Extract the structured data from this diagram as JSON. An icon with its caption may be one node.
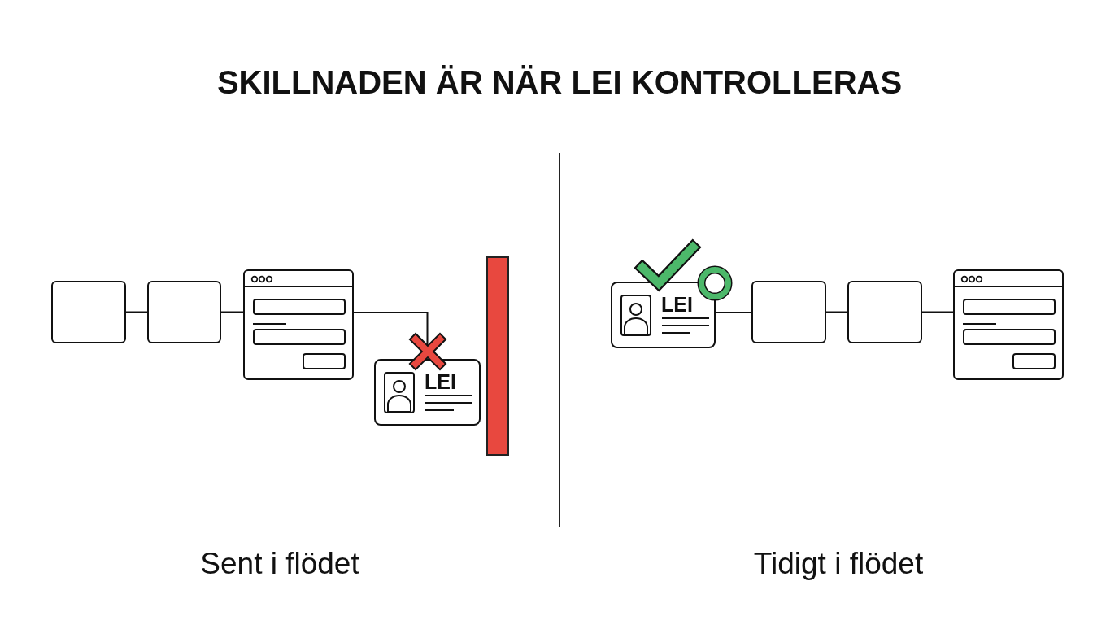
{
  "diagram": {
    "title": "SKILLNADEN ÄR NÄR LEI KONTROLLERAS",
    "nodes": [
      {
        "text": [],
        "shape": "box"
      },
      {
        "text": [],
        "shape": "box"
      },
      {
        "text": [],
        "shape": "window"
      },
      {
        "text": [
          "LEI"
        ]
      },
      {
        "text": [],
        "shape": "bar"
      },
      {
        "text": [
          "LEI"
        ]
      },
      {
        "text": [],
        "shape": "box"
      },
      {
        "text": [],
        "shape": "box"
      },
      {
        "text": [],
        "shape": "window"
      }
    ],
    "edges": [
      {
        "from": 0,
        "to": 1,
        "arrow": "none"
      },
      {
        "from": 1,
        "to": 2,
        "arrow": "none"
      },
      {
        "from": 2,
        "to": 3,
        "arrow": "none"
      },
      {
        "from": 5,
        "to": 6,
        "arrow": "none"
      },
      {
        "from": 6,
        "to": 7,
        "arrow": "none"
      },
      {
        "from": 7,
        "to": 8,
        "arrow": "none"
      }
    ],
    "labels": [
      "Sent i flödet",
      "Tidigt i flödet"
    ]
  }
}
